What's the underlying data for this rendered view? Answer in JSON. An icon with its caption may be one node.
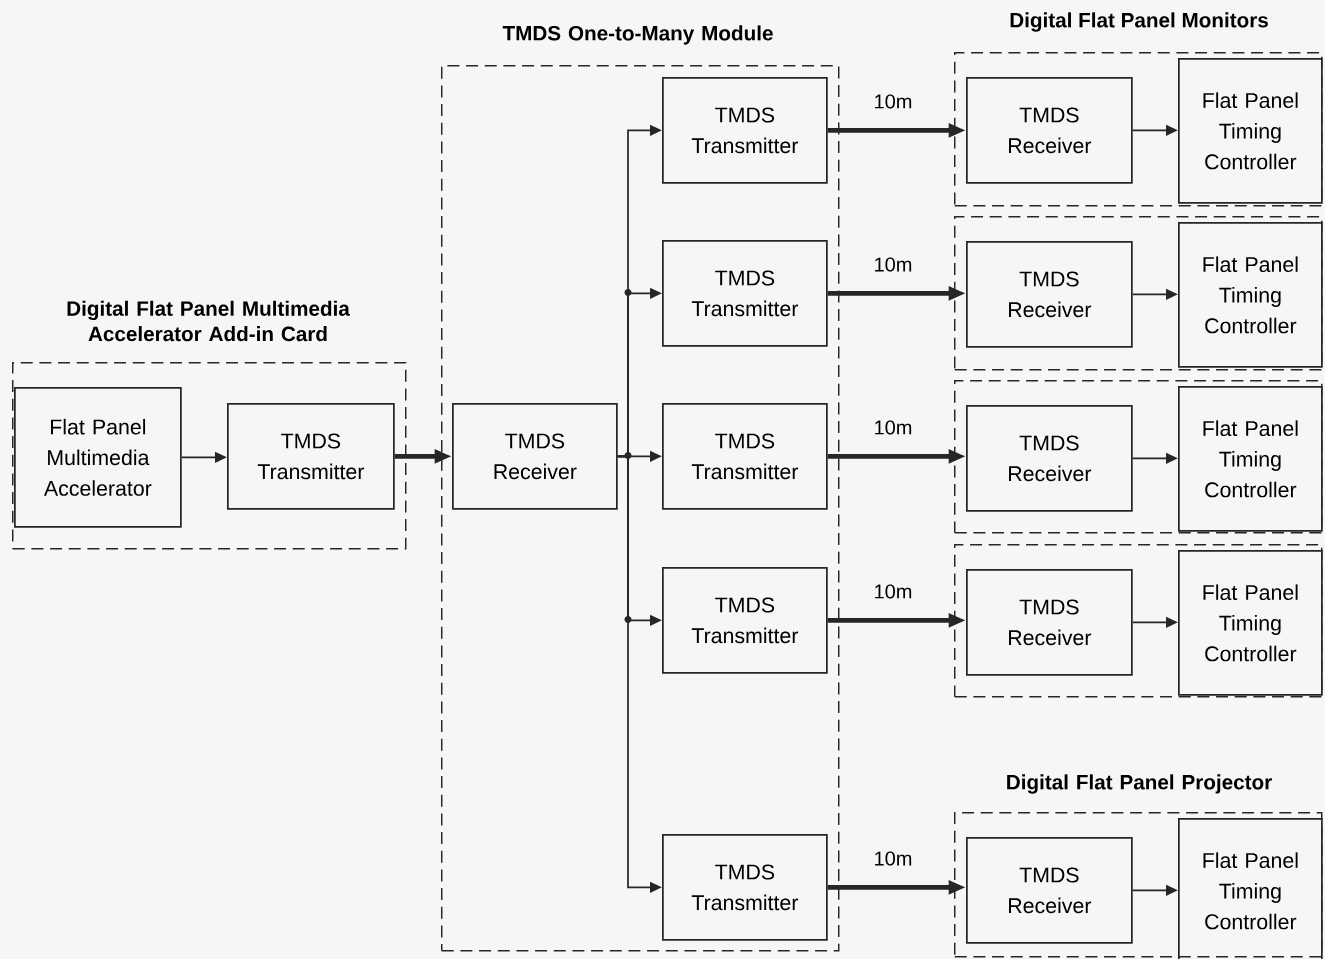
{
  "diagram": {
    "nodes": [
      {
        "text": [
          "Digital Flat Panel Multimedia Accelerator Add-in Card"
        ]
      },
      {
        "text": [
          "Flat Panel Multimedia Accelerator"
        ],
        "in": 0
      },
      {
        "text": [
          "TMDS Transmitter"
        ],
        "in": 0
      },
      {
        "text": [
          "TMDS One-to-Many Module"
        ]
      },
      {
        "text": [
          "TMDS Receiver"
        ],
        "in": 3
      },
      {
        "text": [
          "TMDS Transmitter"
        ],
        "in": 3
      },
      {
        "text": [
          "TMDS Transmitter"
        ],
        "in": 3
      },
      {
        "text": [
          "TMDS Transmitter"
        ],
        "in": 3
      },
      {
        "text": [
          "TMDS Transmitter"
        ],
        "in": 3
      },
      {
        "text": [
          "TMDS Transmitter"
        ],
        "in": 3
      },
      {
        "text": [],
        "shape": "box"
      },
      {
        "text": [
          "TMDS Receiver"
        ],
        "in": 10
      },
      {
        "text": [
          "Flat Panel Timing Controller"
        ],
        "in": 10
      },
      {
        "text": [],
        "shape": "box"
      },
      {
        "text": [
          "TMDS Receiver"
        ],
        "in": 13
      },
      {
        "text": [
          "Flat Panel Timing Controller"
        ],
        "in": 13
      },
      {
        "text": [],
        "shape": "box"
      },
      {
        "text": [
          "TMDS Receiver"
        ],
        "in": 16
      },
      {
        "text": [
          "Flat Panel Timing Controller"
        ],
        "in": 16
      },
      {
        "text": [],
        "shape": "box"
      },
      {
        "text": [
          "TMDS Receiver"
        ],
        "in": 19
      },
      {
        "text": [
          "Flat Panel Timing Controller"
        ],
        "in": 19
      },
      {
        "text": [
          "Digital Flat Panel Projector"
        ]
      },
      {
        "text": [
          "TMDS Receiver"
        ],
        "in": 22
      },
      {
        "text": [
          "Flat Panel Timing Controller"
        ],
        "in": 22
      }
    ],
    "edges": [
      {
        "from": 1,
        "to": 2,
        "arrow": "to"
      },
      {
        "from": 2,
        "to": 4,
        "arrow": "to",
        "style": "thick"
      },
      {
        "from": 4,
        "to": 5,
        "arrow": "to"
      },
      {
        "from": 4,
        "to": 6,
        "arrow": "to"
      },
      {
        "from": 4,
        "to": 7,
        "arrow": "to"
      },
      {
        "from": 4,
        "to": 8,
        "arrow": "to"
      },
      {
        "from": 4,
        "to": 9,
        "arrow": "to"
      },
      {
        "from": 5,
        "to": 11,
        "arrow": "to",
        "style": "thick",
        "label": "10m"
      },
      {
        "from": 6,
        "to": 14,
        "arrow": "to",
        "style": "thick",
        "label": "10m"
      },
      {
        "from": 7,
        "to": 17,
        "arrow": "to",
        "style": "thick",
        "label": "10m"
      },
      {
        "from": 8,
        "to": 20,
        "arrow": "to",
        "style": "thick",
        "label": "10m"
      },
      {
        "from": 9,
        "to": 23,
        "arrow": "to",
        "style": "thick",
        "label": "10m"
      },
      {
        "from": 11,
        "to": 12,
        "arrow": "to"
      },
      {
        "from": 14,
        "to": 15,
        "arrow": "to"
      },
      {
        "from": 17,
        "to": 18,
        "arrow": "to"
      },
      {
        "from": 20,
        "to": 21,
        "arrow": "to"
      },
      {
        "from": 23,
        "to": 24,
        "arrow": "to"
      }
    ],
    "labels": [
      "Digital Flat Panel Monitors"
    ]
  }
}
